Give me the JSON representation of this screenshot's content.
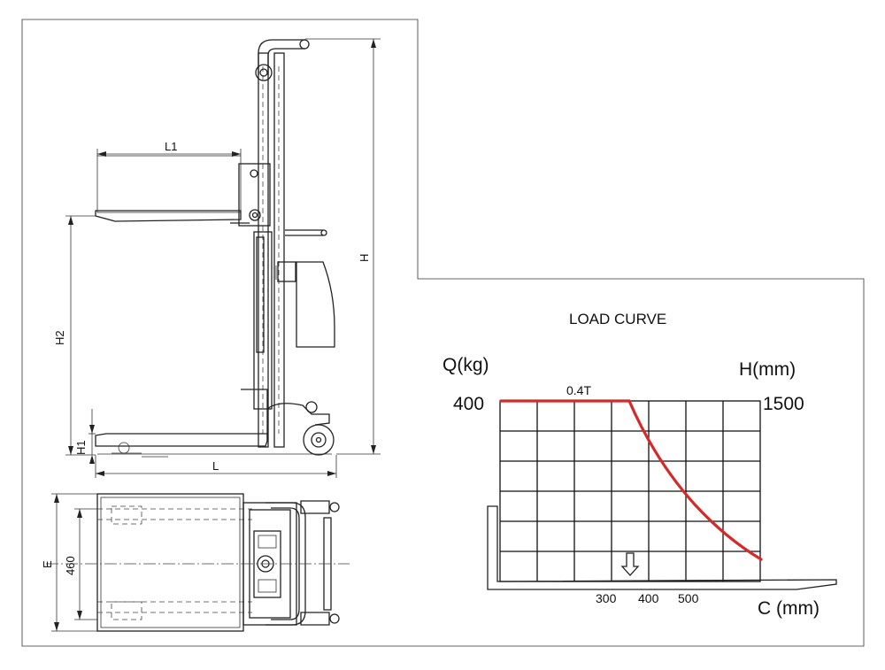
{
  "dimensions": {
    "L1": "L1",
    "H": "H",
    "H2": "H2",
    "H1": "H1",
    "L": "L",
    "E": "E",
    "width_460": "460"
  },
  "load_curve": {
    "title": "LOAD CURVE",
    "y_axis_label": "Q(kg)",
    "y_value": "400",
    "right_axis_label": "H(mm)",
    "right_value": "1500",
    "capacity_label": "0.4T",
    "x_axis_label": "C (mm)",
    "x_ticks": [
      "300",
      "400",
      "500"
    ]
  },
  "colors": {
    "curve": "#d42a2a",
    "lines": "#222222"
  }
}
